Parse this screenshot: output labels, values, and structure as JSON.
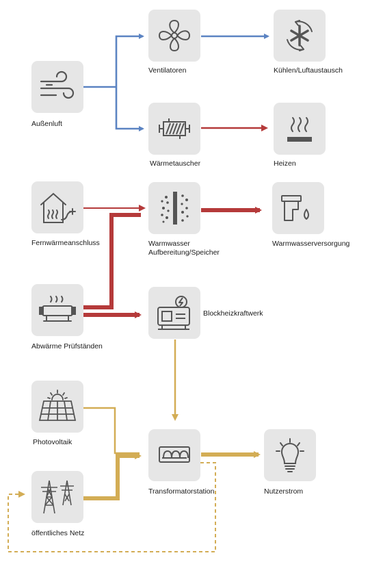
{
  "colors": {
    "air": "#5b83c2",
    "heat": "#b53a3a",
    "power": "#d3ad55",
    "box": "#e6e6e6",
    "icon": "#555555"
  },
  "nodes": {
    "aussenluft": {
      "label": "Außenluft",
      "icon": "wind-icon"
    },
    "ventilatoren": {
      "label": "Ventilatoren",
      "icon": "fan-icon"
    },
    "kuehlen": {
      "label": "Kühlen/Luftaustausch",
      "icon": "snowflake-cycle-icon"
    },
    "waermetauscher": {
      "label": "Wärmetauscher",
      "icon": "heat-exchanger-icon"
    },
    "heizen": {
      "label": "Heizen",
      "icon": "heating-plate-icon"
    },
    "fernwaerme": {
      "label": "Fernwärmeanschluss",
      "icon": "house-plug-icon"
    },
    "warmwasser": {
      "line1": "Warmwasser",
      "line2": "Aufbereitung/Speicher",
      "icon": "water-storage-icon"
    },
    "warmwasserversorgung": {
      "label": "Warmwasserversorgung",
      "icon": "faucet-icon"
    },
    "abwaerme": {
      "label": "Abwärme Prüfständen",
      "icon": "test-bench-icon"
    },
    "bhkw": {
      "label": "Blockheizkraftwerk",
      "icon": "generator-icon"
    },
    "photovoltaik": {
      "label": "Photovoltaik",
      "icon": "solar-panel-icon"
    },
    "trafo": {
      "label": "Transformatorstation",
      "icon": "transformer-coil-icon"
    },
    "nutzerstrom": {
      "label": "Nutzerstrom",
      "icon": "light-bulb-icon"
    },
    "netz": {
      "label": "öffentliches Netz",
      "icon": "power-pylon-icon"
    }
  }
}
